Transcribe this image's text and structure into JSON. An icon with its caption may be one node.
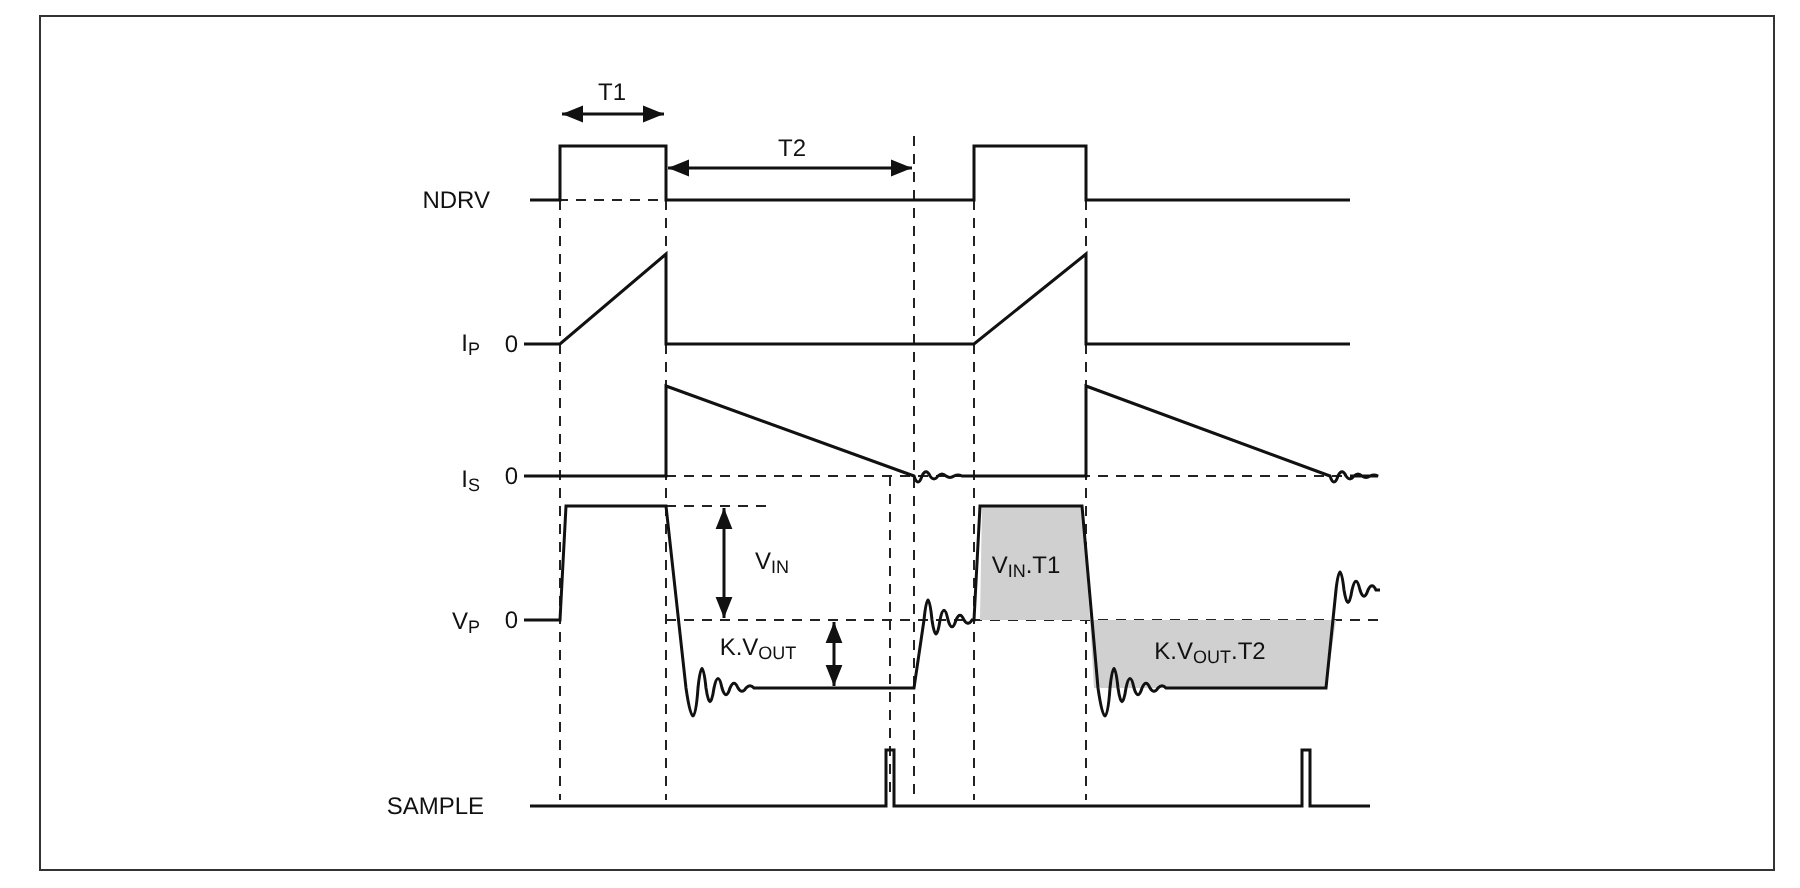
{
  "diagram": {
    "labels": [
      "T1",
      "T2",
      "NDRV",
      "I$_{P}$",
      "0",
      "I$_{S}$",
      "0",
      "V$_{IN}$",
      "V$_{P}$",
      "0",
      "K.V$_{OUT}$",
      "V$_{IN}$.T1",
      "K.V$_{OUT}$.T2",
      "SAMPLE"
    ]
  }
}
